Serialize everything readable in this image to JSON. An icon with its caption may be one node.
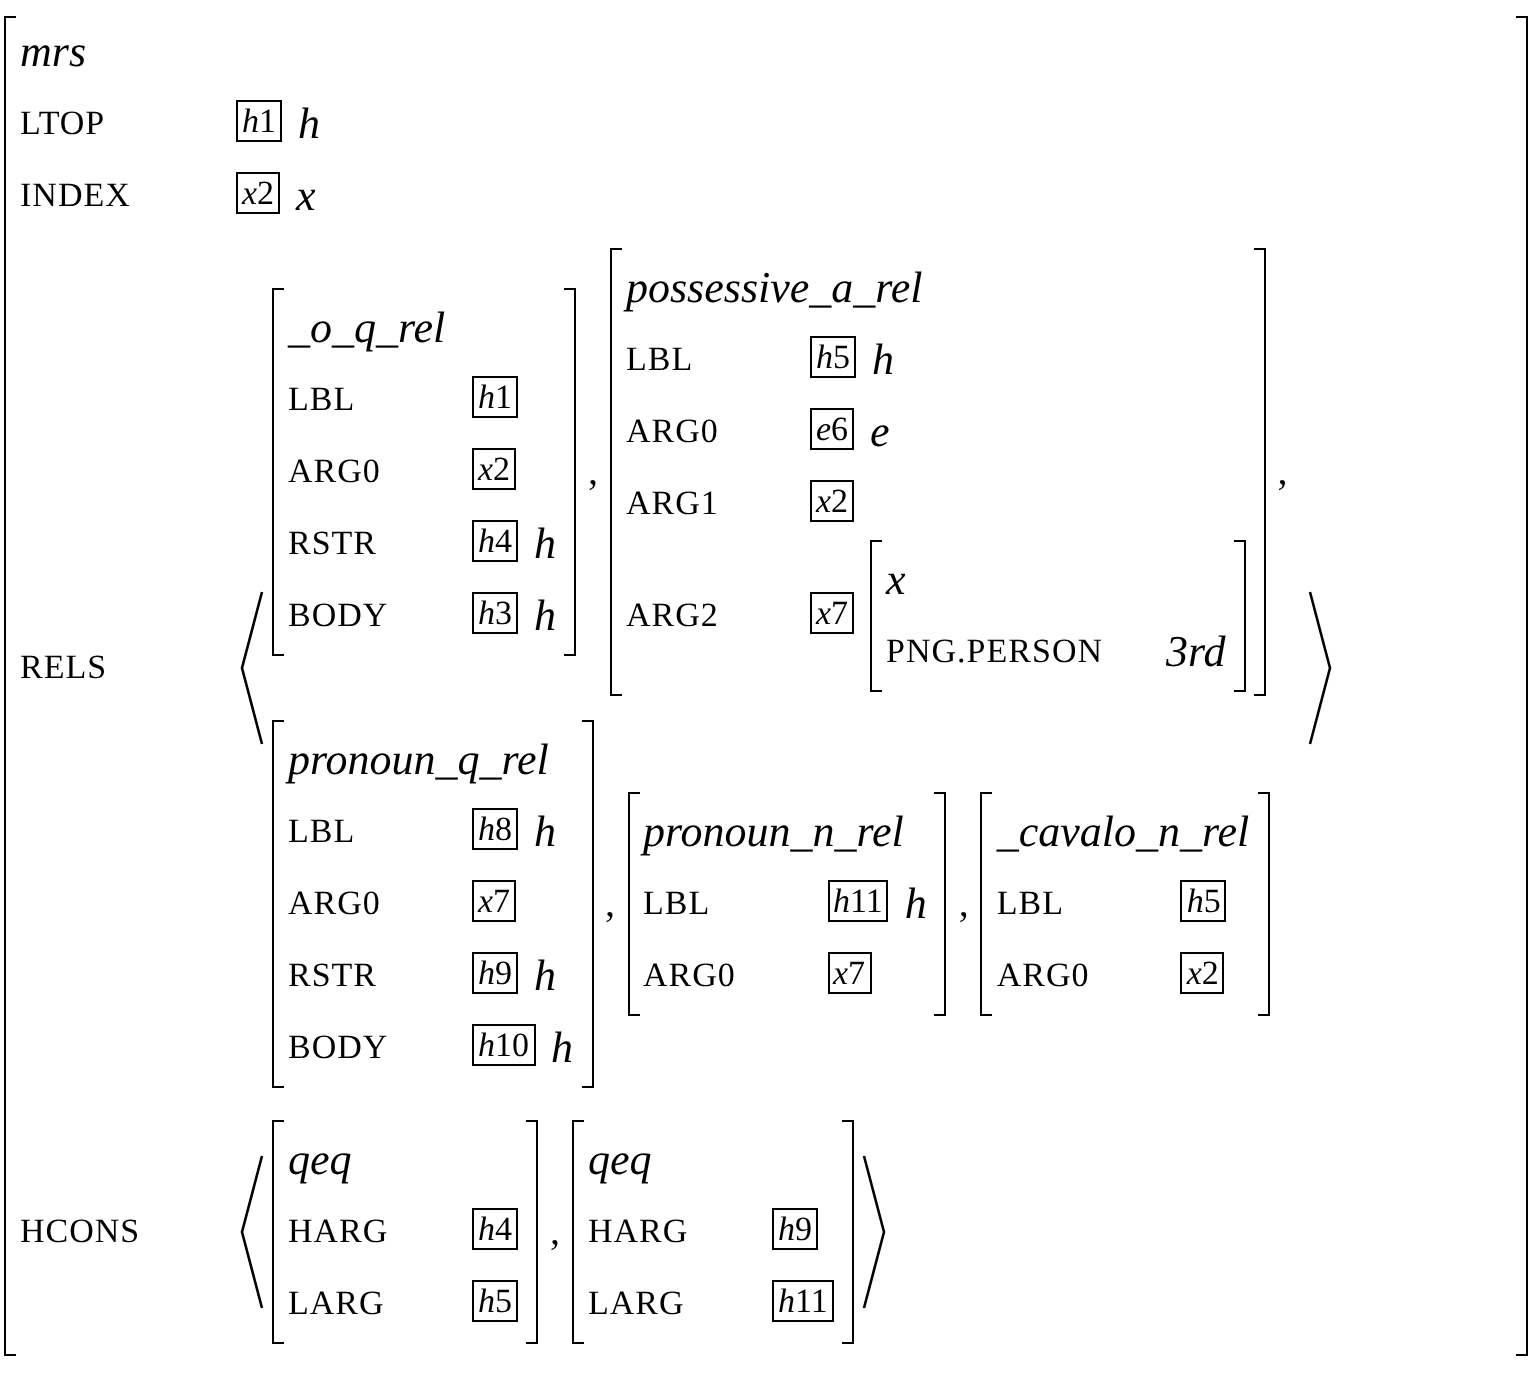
{
  "diagram": {
    "nodes": [
      {
        "text": [
          "mrs",
          "LTOP",
          "h",
          "INDEX",
          "x",
          "RELS",
          "HCONS"
        ]
      },
      {
        "text": [
          "h1"
        ],
        "in": 0
      },
      {
        "text": [
          "x2"
        ],
        "in": 0
      },
      {
        "text": [
          "_o_q_rel",
          "LBL",
          "ARG0",
          "RSTR",
          "h",
          "BODY",
          "h"
        ],
        "in": 0
      },
      {
        "text": [
          "h1"
        ],
        "in": 3
      },
      {
        "text": [
          "x2"
        ],
        "in": 3
      },
      {
        "text": [
          "h4"
        ],
        "in": 3
      },
      {
        "text": [
          "h3"
        ],
        "in": 3
      },
      {
        "text": [
          "possessive_a_rel",
          "LBL",
          "h",
          "ARG0",
          "e",
          "ARG1",
          "ARG2"
        ],
        "in": 0
      },
      {
        "text": [
          "h5"
        ],
        "in": 8
      },
      {
        "text": [
          "e6"
        ],
        "in": 8
      },
      {
        "text": [
          "x2"
        ],
        "in": 8
      },
      {
        "text": [
          "x7"
        ],
        "in": 8
      },
      {
        "text": [
          "x",
          "PNG.PERSON",
          "3rd"
        ],
        "in": 8
      },
      {
        "text": [
          "pronoun_q_rel",
          "LBL",
          "h",
          "ARG0",
          "RSTR",
          "h",
          "BODY",
          "h"
        ],
        "in": 0
      },
      {
        "text": [
          "h8"
        ],
        "in": 14
      },
      {
        "text": [
          "x7"
        ],
        "in": 14
      },
      {
        "text": [
          "h9"
        ],
        "in": 14
      },
      {
        "text": [
          "h10"
        ],
        "in": 14
      },
      {
        "text": [
          "pronoun_n_rel",
          "LBL",
          "h",
          "ARG0"
        ],
        "in": 0
      },
      {
        "text": [
          "h11"
        ],
        "in": 19
      },
      {
        "text": [
          "x7"
        ],
        "in": 19
      },
      {
        "text": [
          "_cavalo_n_rel",
          "LBL",
          "ARG0"
        ],
        "in": 0
      },
      {
        "text": [
          "h5"
        ],
        "in": 22
      },
      {
        "text": [
          "x2"
        ],
        "in": 22
      },
      {
        "text": [
          "qeq",
          "HARG",
          "LARG"
        ],
        "in": 0
      },
      {
        "text": [
          "h4"
        ],
        "in": 25
      },
      {
        "text": [
          "h5"
        ],
        "in": 25
      },
      {
        "text": [
          "qeq",
          "HARG",
          "LARG"
        ],
        "in": 0
      },
      {
        "text": [
          "h9"
        ],
        "in": 28
      },
      {
        "text": [
          "h11"
        ],
        "in": 28
      }
    ],
    "labels": [
      ",",
      ",",
      ",",
      ",",
      ","
    ]
  }
}
